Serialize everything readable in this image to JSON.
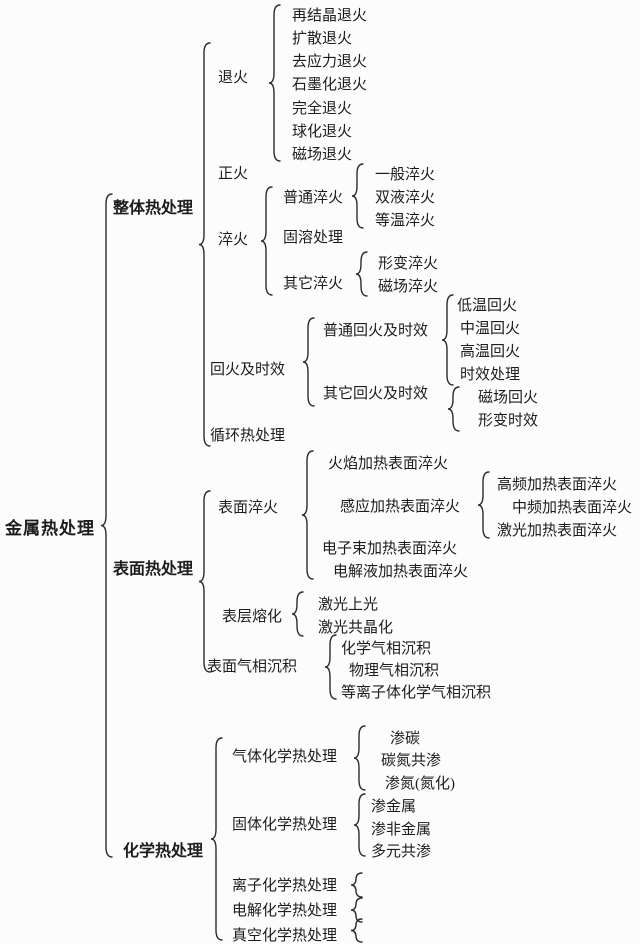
{
  "page": {
    "background": "#fcfcfc",
    "ink_color": "#2b2b2b"
  },
  "diagram": {
    "root": {
      "label": "金属热处理"
    },
    "branches": [
      {
        "label": "整体热处理",
        "children": [
          {
            "label": "退火",
            "children": [
              {
                "label": "再结晶退火"
              },
              {
                "label": "扩散退火"
              },
              {
                "label": "去应力退火"
              },
              {
                "label": "石墨化退火"
              },
              {
                "label": "完全退火"
              },
              {
                "label": "球化退火"
              },
              {
                "label": "磁场退火"
              }
            ]
          },
          {
            "label": "正火",
            "children": []
          },
          {
            "label": "淬火",
            "children": [
              {
                "label": "普通淬火",
                "children": [
                  {
                    "label": "一般淬火"
                  },
                  {
                    "label": "双液淬火"
                  },
                  {
                    "label": "等温淬火"
                  }
                ]
              },
              {
                "label": "固溶处理",
                "children": []
              },
              {
                "label": "其它淬火",
                "children": [
                  {
                    "label": "形变淬火"
                  },
                  {
                    "label": "磁场淬火"
                  }
                ]
              }
            ]
          },
          {
            "label": "回火及时效",
            "children": [
              {
                "label": "普通回火及时效",
                "children": [
                  {
                    "label": "低温回火"
                  },
                  {
                    "label": "中温回火"
                  },
                  {
                    "label": "高温回火"
                  },
                  {
                    "label": "时效处理"
                  }
                ]
              },
              {
                "label": "其它回火及时效",
                "children": [
                  {
                    "label": "磁场回火"
                  },
                  {
                    "label": "形变时效"
                  }
                ]
              }
            ]
          },
          {
            "label": "循环热处理",
            "children": []
          }
        ]
      },
      {
        "label": "表面热处理",
        "children": [
          {
            "label": "表面淬火",
            "children": [
              {
                "label": "火焰加热表面淬火"
              },
              {
                "label": "感应加热表面淬火",
                "children": [
                  {
                    "label": "高频加热表面淬火"
                  },
                  {
                    "label": "中频加热表面淬火"
                  },
                  {
                    "label": "激光加热表面淬火"
                  }
                ]
              },
              {
                "label": "电子束加热表面淬火"
              },
              {
                "label": "电解液加热表面淬火"
              }
            ]
          },
          {
            "label": "表层熔化",
            "children": [
              {
                "label": "激光上光"
              },
              {
                "label": "激光共晶化"
              }
            ]
          },
          {
            "label": "表面气相沉积",
            "children": [
              {
                "label": "化学气相沉积"
              },
              {
                "label": "物理气相沉积"
              },
              {
                "label": "等离子体化学气相沉积"
              }
            ]
          }
        ]
      },
      {
        "label": "化学热处理",
        "children": [
          {
            "label": "气体化学热处理",
            "children": [
              {
                "label": "渗碳"
              },
              {
                "label": "碳氮共渗"
              },
              {
                "label": "渗氮(氮化)"
              }
            ]
          },
          {
            "label": "固体化学热处理",
            "children": [
              {
                "label": "渗金属"
              },
              {
                "label": "渗非金属"
              },
              {
                "label": "多元共渗"
              }
            ]
          },
          {
            "label": "离子化学热处理",
            "children": []
          },
          {
            "label": "电解化学热处理",
            "children": []
          },
          {
            "label": "真空化学热处理",
            "children": []
          }
        ]
      }
    ]
  }
}
